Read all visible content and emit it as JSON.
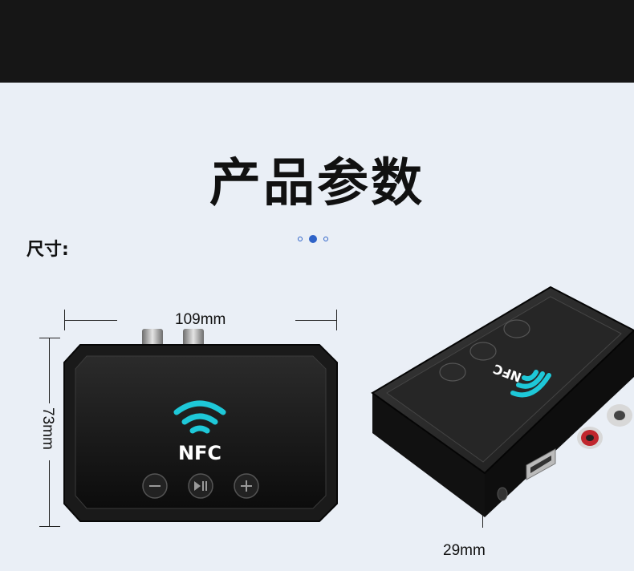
{
  "header": {
    "bar_color": "#161616"
  },
  "page": {
    "title": "产品参数",
    "section_label": "尺寸:",
    "pagination": {
      "total": 3,
      "active_index": 1,
      "accent": "#2f63c8"
    }
  },
  "dimensions": {
    "width": "109mm",
    "height": "73mm",
    "depth": "29mm"
  },
  "device": {
    "nfc_label": "NFC",
    "nfc_mirrored_label": "NFC",
    "nfc_color": "#1ec8d8",
    "buttons": [
      {
        "icon": "minus-icon",
        "symbol": "—"
      },
      {
        "icon": "play-pause-icon",
        "symbol": "▶II"
      },
      {
        "icon": "plus-icon",
        "symbol": "+"
      }
    ]
  }
}
